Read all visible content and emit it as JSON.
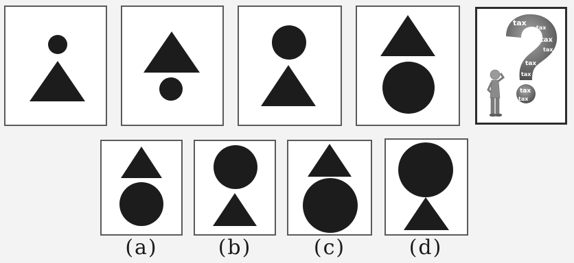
{
  "question_figures": [
    {
      "name": "figure-1",
      "top_shape": "small-circle",
      "bottom_shape": "triangle"
    },
    {
      "name": "figure-2",
      "top_shape": "triangle",
      "bottom_shape": "small-circle"
    },
    {
      "name": "figure-3",
      "top_shape": "circle",
      "bottom_shape": "triangle"
    },
    {
      "name": "figure-4",
      "top_shape": "triangle",
      "bottom_shape": "large-circle"
    }
  ],
  "question_mark_panel": {
    "icon": "question-mark-icon",
    "words": [
      "tax",
      "tax",
      "tax",
      "tax",
      "tax",
      "tax",
      "tax",
      "tax"
    ]
  },
  "answer_options": [
    {
      "label": "(a)",
      "top_shape": "triangle",
      "bottom_shape": "circle"
    },
    {
      "label": "(b)",
      "top_shape": "circle",
      "bottom_shape": "triangle"
    },
    {
      "label": "(c)",
      "top_shape": "triangle",
      "bottom_shape": "large-circle"
    },
    {
      "label": "(d)",
      "top_shape": "large-circle",
      "bottom_shape": "triangle"
    }
  ],
  "colors": {
    "shape": "#1c1c1c",
    "frame": "#5a5a5a",
    "background": "#f3f3f3"
  }
}
